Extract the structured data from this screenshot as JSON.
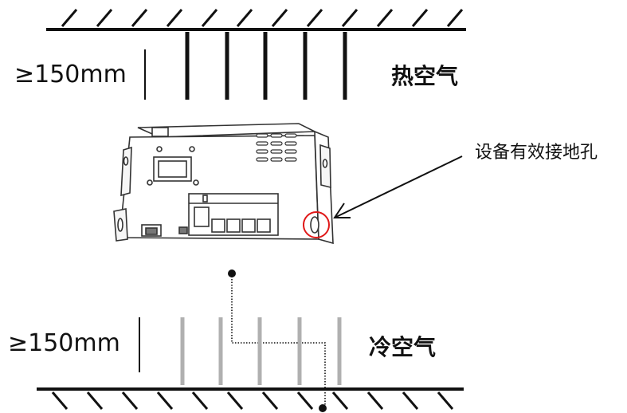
{
  "top": {
    "clearance": "≥150mm",
    "air_label": "热空气"
  },
  "bottom": {
    "clearance": "≥150mm",
    "air_label": "冷空气"
  },
  "callout": {
    "text": "设备有效接地孔",
    "highlight_color": "#e01818"
  },
  "colors": {
    "line": "#111111",
    "cold_flow": "#b0b0b0",
    "device_outline": "#333333"
  },
  "icons": [
    "hatched-ceiling",
    "hatched-floor",
    "device-unit",
    "ground-hole-icon",
    "arrow-icon",
    "dotted-wire"
  ]
}
